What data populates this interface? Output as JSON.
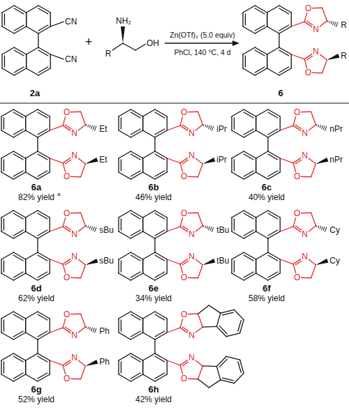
{
  "diagram": {
    "labels": [
      "CN",
      "CN",
      "2a",
      "+",
      "NH₂",
      "R",
      "OH",
      "Zn(OTf)₂ (5.0 equiv)",
      "PhCl, 140 °C, 4 d",
      "O",
      "N",
      "R",
      "N",
      "O",
      "R",
      "6",
      "O",
      "N",
      "Et",
      "N",
      "O",
      "Et",
      "6a",
      "82% yield",
      "a",
      "O",
      "N",
      "iPr",
      "N",
      "O",
      "iPr",
      "6b",
      "46% yield",
      "O",
      "N",
      "nPr",
      "N",
      "O",
      "nPr",
      "6c",
      "40% yield",
      "O",
      "N",
      "sBu",
      "N",
      "O",
      "sBu",
      "6d",
      "62% yield",
      "O",
      "N",
      "tBu",
      "N",
      "O",
      "tBu",
      "6e",
      "34% yield",
      "O",
      "N",
      "Cy",
      "N",
      "O",
      "Cy",
      "6f",
      "58% yield",
      "O",
      "N",
      "Ph",
      "N",
      "O",
      "Ph",
      "6g",
      "52% yield",
      "O",
      "N",
      "N",
      "O",
      "6h",
      "42% yield"
    ]
  }
}
